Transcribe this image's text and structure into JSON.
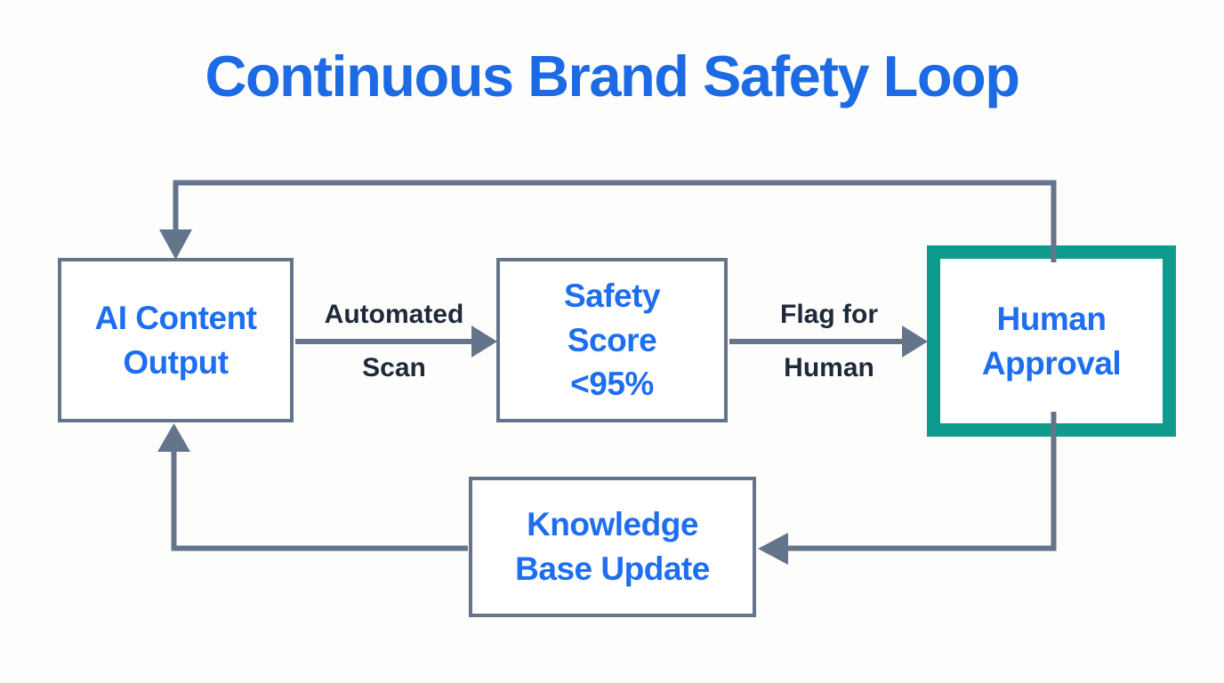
{
  "title": "Continuous Brand Safety Loop",
  "colors": {
    "bg": "#fdfdfc",
    "title_blue": "#1c6ae4",
    "node_blue": "#1d6ef0",
    "line_gray": "#64748b",
    "teal": "#0e9a8d",
    "edge_navy": "#1e293b"
  },
  "nodes": {
    "ai_output": {
      "label": "AI Content\nOutput"
    },
    "safety_score": {
      "label": "Safety\nScore\n<95%"
    },
    "human_approval": {
      "label": "Human\nApproval",
      "highlighted": true
    },
    "kb_update": {
      "label": "Knowledge\nBase Update"
    }
  },
  "edges": {
    "automated_scan": {
      "label": "Automated\nScan",
      "from": "ai_output",
      "to": "safety_score"
    },
    "flag_for_human": {
      "label": "Flag for\nHuman",
      "from": "safety_score",
      "to": "human_approval"
    },
    "approval_to_kb": {
      "label": "",
      "from": "human_approval",
      "to": "kb_update"
    },
    "kb_to_ai": {
      "label": "",
      "from": "kb_update",
      "to": "ai_output"
    },
    "loop_back": {
      "label": "",
      "from": "human_approval",
      "to": "ai_output"
    }
  }
}
